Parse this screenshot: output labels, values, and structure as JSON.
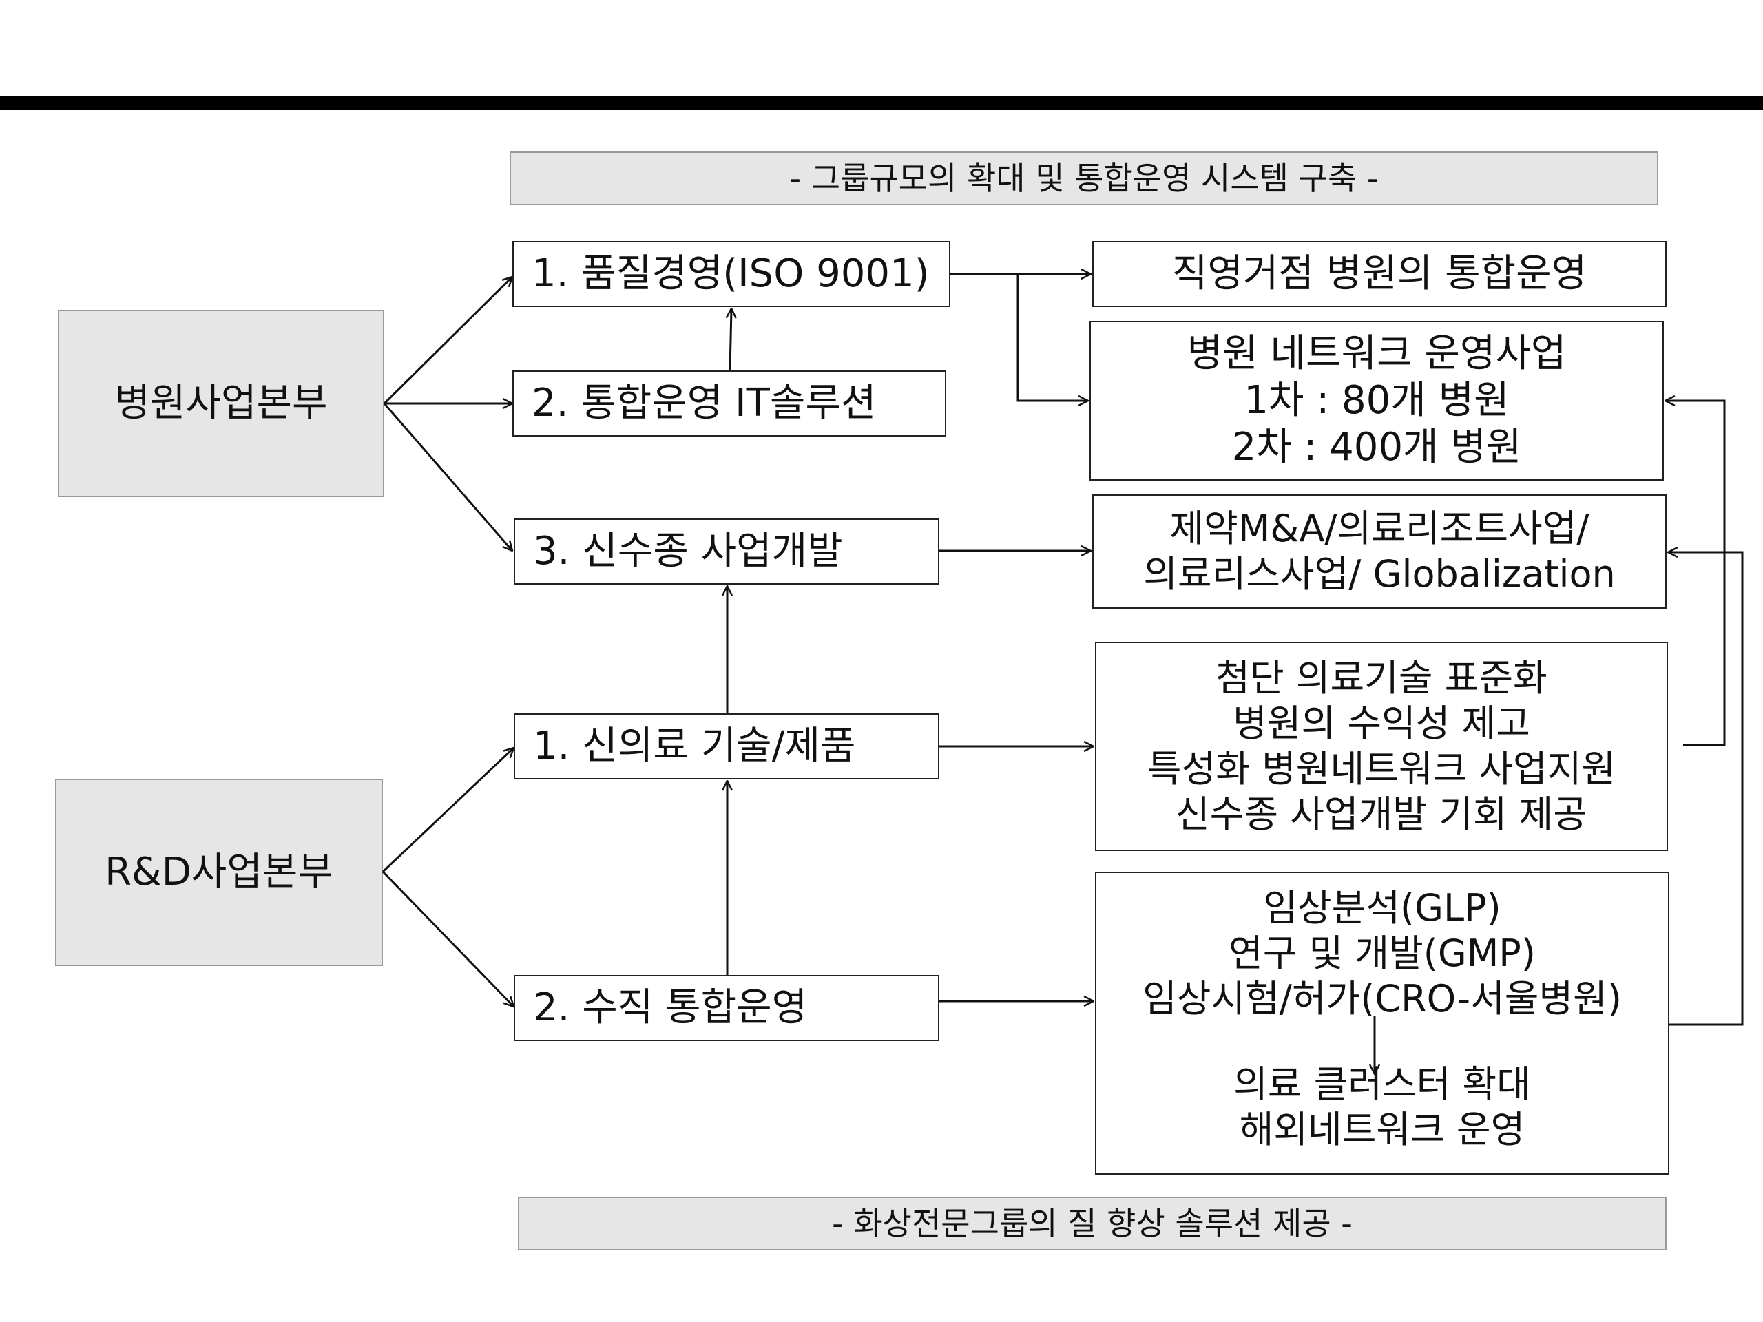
{
  "banner_top": "- 그룹규모의 확대 및 통합운영 시스템 구축 -",
  "banner_bottom": "- 화상전문그룹의 질 향상 솔루션 제공 -",
  "divisions": {
    "hospital": "병원사업본부",
    "rnd": "R&D사업본부"
  },
  "hospital_items": {
    "quality": "1. 품질경영(ISO 9001)",
    "it": "2. 통합운영 IT솔루션",
    "newbiz": "3. 신수종 사업개발"
  },
  "rnd_items": {
    "newtech": "1. 신의료 기술/제품",
    "vertical": "2. 수직 통합운영"
  },
  "outcomes": {
    "direct": "직영거점 병원의 통합운영",
    "network": [
      "병원 네트워크 운영사업",
      "1차 : 80개 병원",
      "2차 : 400개 병원"
    ],
    "pharma": [
      "제약M&A/의료리조트사업/",
      "의료리스사업/ Globalization"
    ],
    "advanced": [
      "첨단 의료기술 표준화",
      "병원의 수익성 제고",
      "특성화 병원네트워크 사업지원",
      "신수종 사업개발 기회 제공"
    ],
    "clinical": [
      "임상분석(GLP)",
      "연구 및 개발(GMP)",
      "임상시험/허가(CRO-서울병원)"
    ],
    "cluster": [
      "의료 클러스터 확대",
      "해외네트워크 운영"
    ]
  }
}
